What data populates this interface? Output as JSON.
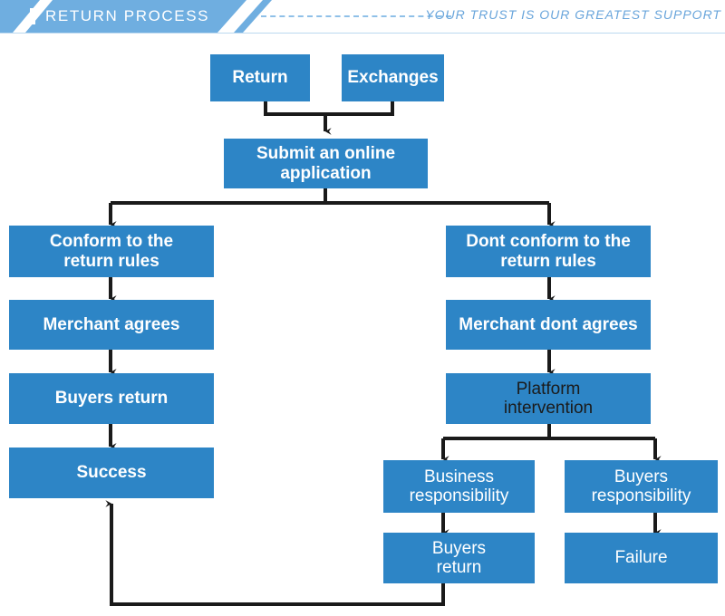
{
  "header": {
    "title": "RETURN PROCESS",
    "tagline": "YOUR TRUST IS OUR GREATEST SUPPORT",
    "banner_color": "#6FAEE0",
    "tagline_color": "#69A5DB"
  },
  "theme": {
    "node_fill": "#2D85C6",
    "node_text": "#FFFFFF",
    "node_text_dark": "#1B1B1B",
    "edge_color": "#1A1A1A",
    "background": "#FFFFFF"
  },
  "nodes": [
    {
      "id": "return",
      "label": "Return"
    },
    {
      "id": "exchanges",
      "label": "Exchanges"
    },
    {
      "id": "submit",
      "label": "Submit an online\napplication"
    },
    {
      "id": "conform",
      "label": "Conform to the\nreturn rules"
    },
    {
      "id": "merchant_agrees",
      "label": "Merchant agrees"
    },
    {
      "id": "buyers_return_l",
      "label": "Buyers return"
    },
    {
      "id": "success",
      "label": "Success"
    },
    {
      "id": "dont_conform",
      "label": "Dont conform to the\nreturn rules"
    },
    {
      "id": "merchant_dont",
      "label": "Merchant dont agrees"
    },
    {
      "id": "platform",
      "label": "Platform\nintervention"
    },
    {
      "id": "business_resp",
      "label": "Business\nresponsibility"
    },
    {
      "id": "buyers_resp",
      "label": "Buyers\nresponsibility"
    },
    {
      "id": "buyers_return_r",
      "label": "Buyers\nreturn"
    },
    {
      "id": "failure",
      "label": "Failure"
    }
  ],
  "edges": [
    {
      "from": "return",
      "to": "submit"
    },
    {
      "from": "exchanges",
      "to": "submit"
    },
    {
      "from": "submit",
      "to": "conform"
    },
    {
      "from": "submit",
      "to": "dont_conform"
    },
    {
      "from": "conform",
      "to": "merchant_agrees"
    },
    {
      "from": "merchant_agrees",
      "to": "buyers_return_l"
    },
    {
      "from": "buyers_return_l",
      "to": "success"
    },
    {
      "from": "dont_conform",
      "to": "merchant_dont"
    },
    {
      "from": "merchant_dont",
      "to": "platform"
    },
    {
      "from": "platform",
      "to": "business_resp"
    },
    {
      "from": "platform",
      "to": "buyers_resp"
    },
    {
      "from": "business_resp",
      "to": "buyers_return_r"
    },
    {
      "from": "buyers_resp",
      "to": "failure"
    },
    {
      "from": "buyers_return_r",
      "to": "success"
    }
  ]
}
